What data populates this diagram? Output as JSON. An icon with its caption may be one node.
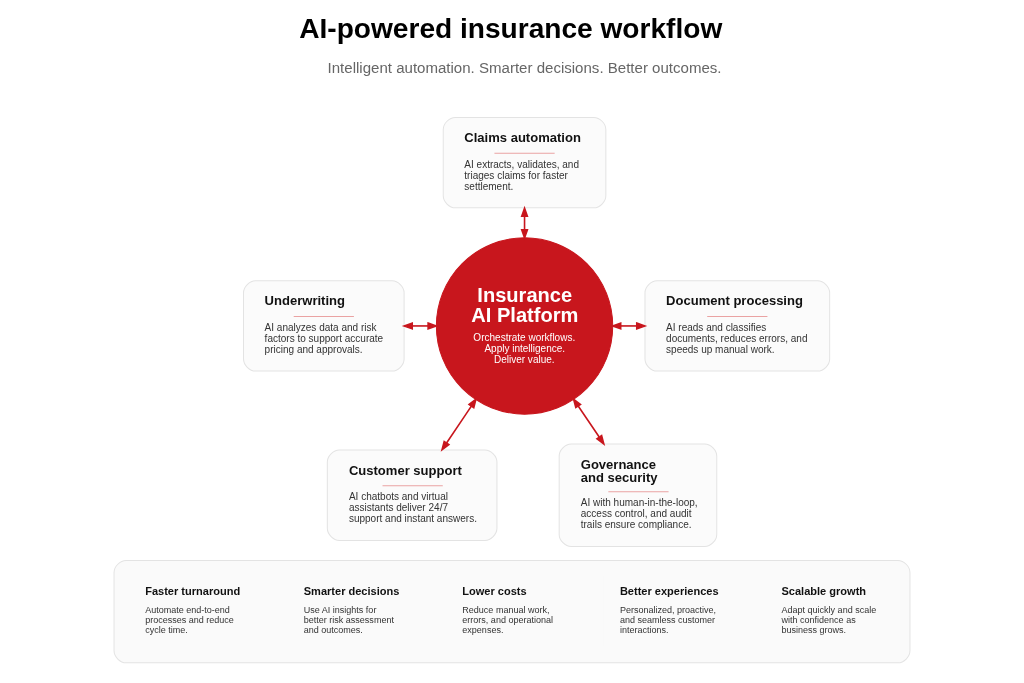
{
  "diagram": {
    "title": "AI-powered insurance workflow",
    "nodes": [
      {
        "text": [
          "Claims automation",
          "AI extracts, validates, and triages claims for faster settlement."
        ]
      },
      {
        "text": [
          "Underwriting",
          "AI analyzes data and risk factors to support accurate pricing and approvals."
        ]
      },
      {
        "text": [
          "Insurance AI Platform",
          "Orchestrate workflows. Apply intelligence. Deliver value."
        ]
      },
      {
        "text": [
          "Document processing",
          "AI reads and classifies documents, reduces errors, and speeds up manual work."
        ]
      },
      {
        "text": [
          "Customer support",
          "AI chatbots and virtual assistants deliver 24/7 support and instant answers."
        ]
      },
      {
        "text": [
          "Governance and security",
          "AI with human-in-the-loop, access control, and audit trails ensure compliance."
        ]
      },
      {
        "text": [],
        "shape": "box"
      },
      {
        "text": [
          "Faster turnaround",
          "Automate end-to-end processes and reduce cycle time."
        ],
        "in": 6
      },
      {
        "text": [
          "Smarter decisions",
          "Use AI insights for better risk assessment and outcomes."
        ],
        "in": 6
      },
      {
        "text": [
          "Lower costs",
          "Reduce manual work, errors, and operational expenses."
        ],
        "in": 6
      },
      {
        "text": [
          "Better experiences",
          "Personalized, proactive, and seamless customer interactions."
        ],
        "in": 6
      },
      {
        "text": [
          "Scalable growth",
          "Adapt quickly and scale with confidence as business grows."
        ],
        "in": 6
      }
    ],
    "edges": [
      {
        "from": 0,
        "to": 2,
        "arrow": "both"
      },
      {
        "from": 1,
        "to": 2,
        "arrow": "both"
      },
      {
        "from": 2,
        "to": 3,
        "arrow": "both"
      },
      {
        "from": 2,
        "to": 4,
        "arrow": "both"
      },
      {
        "from": 2,
        "to": 5,
        "arrow": "both"
      }
    ],
    "labels": [
      "Intelligent automation. Smarter decisions. Better outcomes."
    ]
  }
}
